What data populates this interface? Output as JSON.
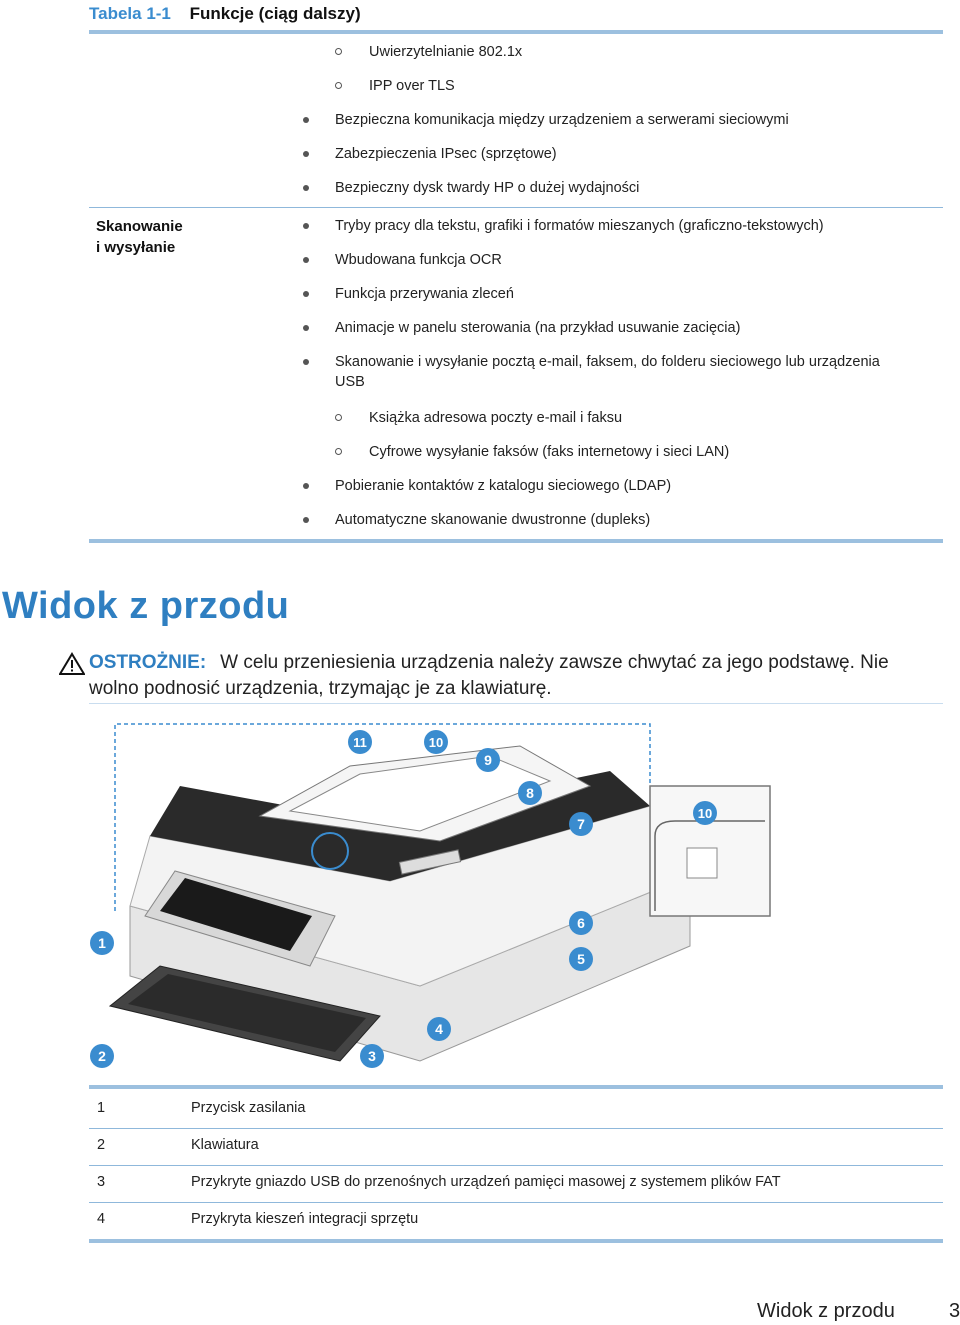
{
  "table": {
    "number": "Tabela 1-1",
    "title": "Funkcje (ciąg dalszy)",
    "security_items": [
      {
        "level": 2,
        "text": "Uwierzytelnianie 802.1x"
      },
      {
        "level": 2,
        "text": "IPP over TLS"
      },
      {
        "level": 1,
        "text": "Bezpieczna komunikacja między urządzeniem a serwerami sieciowymi"
      },
      {
        "level": 1,
        "text": "Zabezpieczenia IPsec (sprzętowe)"
      },
      {
        "level": 1,
        "text": "Bezpieczny dysk twardy HP o dużej wydajności"
      }
    ],
    "scan_header_line1": "Skanowanie",
    "scan_header_line2": "i wysyłanie",
    "scan_items": [
      {
        "level": 1,
        "text": "Tryby pracy dla tekstu, grafiki i formatów mieszanych (graficzno-tekstowych)"
      },
      {
        "level": 1,
        "text": "Wbudowana funkcja OCR"
      },
      {
        "level": 1,
        "text": "Funkcja przerywania zleceń"
      },
      {
        "level": 1,
        "text": "Animacje w panelu sterowania (na przykład usuwanie zacięcia)"
      },
      {
        "level": 1,
        "text": "Skanowanie i wysyłanie pocztą e-mail, faksem, do folderu sieciowego lub urządzenia",
        "text2": "USB"
      },
      {
        "level": 2,
        "text": "Książka adresowa poczty e-mail i faksu"
      },
      {
        "level": 2,
        "text": "Cyfrowe wysyłanie faksów (faks internetowy i sieci LAN)"
      },
      {
        "level": 1,
        "text": "Pobieranie kontaktów z katalogu sieciowego (LDAP)"
      },
      {
        "level": 1,
        "text": "Automatyczne skanowanie dwustronne (dupleks)"
      }
    ]
  },
  "section": {
    "title": "Widok z przodu",
    "caution_label": "OSTROŻNIE:",
    "caution_text": "W celu przeniesienia urządzenia należy zawsze chwytać za jego podstawę. Nie wolno podnosić urządzenia, trzymając je za klawiaturę."
  },
  "figure": {
    "callouts": [
      "1",
      "2",
      "3",
      "4",
      "5",
      "6",
      "7",
      "8",
      "9",
      "10",
      "11",
      "10"
    ],
    "callout_color": "#3a8ccf"
  },
  "legend": [
    {
      "num": "1",
      "text": "Przycisk zasilania"
    },
    {
      "num": "2",
      "text": "Klawiatura"
    },
    {
      "num": "3",
      "text": "Przykryte gniazdo USB do przenośnych urządzeń pamięci masowej z systemem plików FAT"
    },
    {
      "num": "4",
      "text": "Przykryta kieszeń integracji sprzętu"
    }
  ],
  "footer": {
    "section": "Widok z przodu",
    "page": "3"
  }
}
